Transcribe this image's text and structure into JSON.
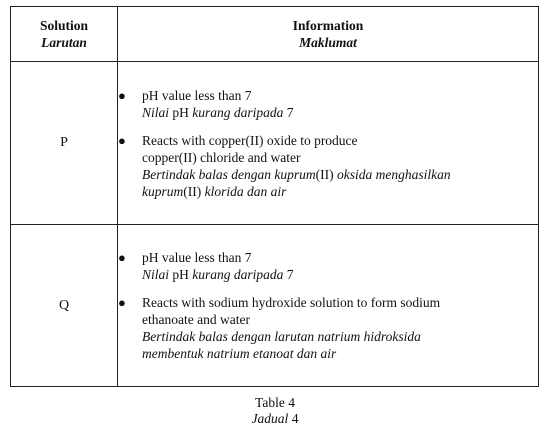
{
  "table": {
    "header": {
      "solution_en": "Solution",
      "solution_ms": "Larutan",
      "information_en": "Information",
      "information_ms": "Maklumat"
    },
    "rows": [
      {
        "solution": "P",
        "items": [
          {
            "en": [
              "pH value less than 7"
            ],
            "ms": [
              [
                "Nilai ",
                "pH",
                " kurang daripada ",
                "7"
              ]
            ]
          },
          {
            "en": [
              "Reacts with copper(II) oxide to produce",
              "copper(II) chloride and water"
            ],
            "ms": [
              [
                "Bertindak balas dengan kuprum",
                "(II)",
                " oksida menghasilkan"
              ],
              [
                "kuprum",
                "(II)",
                " klorida dan air"
              ]
            ]
          }
        ]
      },
      {
        "solution": "Q",
        "items": [
          {
            "en": [
              "pH value less than 7"
            ],
            "ms": [
              [
                "Nilai ",
                "pH",
                " kurang daripada ",
                "7"
              ]
            ]
          },
          {
            "en": [
              "Reacts  with sodium hydroxide solution to form sodium",
              "ethanoate and  water"
            ],
            "ms": [
              [
                "Bertindak balas dengan larutan natrium hidroksida"
              ],
              [
                "membentuk natrium etanoat dan air"
              ]
            ]
          }
        ]
      }
    ]
  },
  "caption": {
    "en": "Table 4",
    "ms_word": "Jadual",
    "ms_number": "4"
  }
}
